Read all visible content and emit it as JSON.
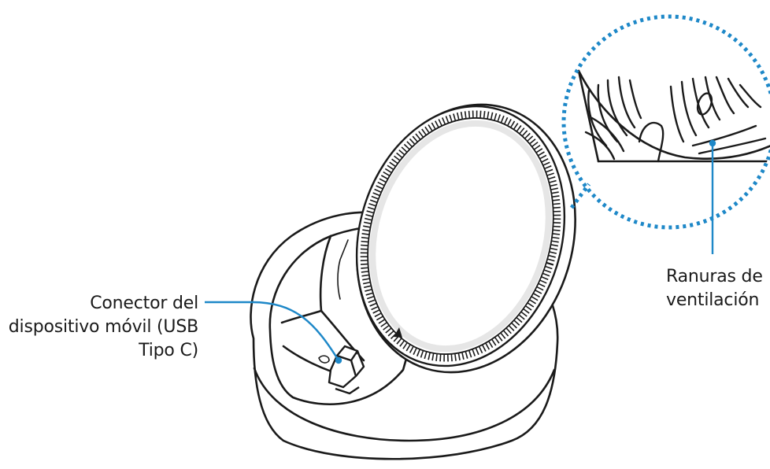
{
  "callouts": {
    "usb_connector": {
      "lines": [
        "Conector del",
        "dispositivo móvil (USB",
        "Tipo C)"
      ]
    },
    "vent_slots": {
      "lines": [
        "Ranuras de",
        "ventilación"
      ]
    }
  },
  "colors": {
    "outline": "#1a1a1a",
    "leader_line": "#1e88c8",
    "detail_border": "#1e88c8",
    "label_text": "#1a1a1a"
  },
  "icons": [
    "dock-base-icon",
    "charging-pad-icon",
    "usb-c-connector-icon",
    "vent-slots-icon"
  ]
}
